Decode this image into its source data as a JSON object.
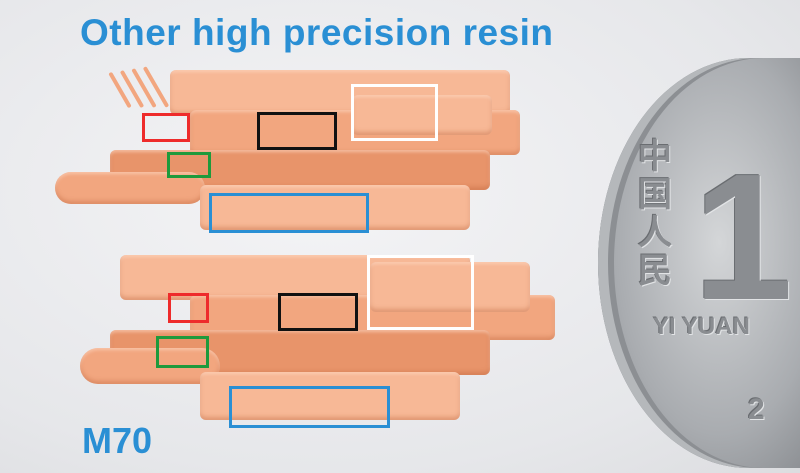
{
  "title": "Other high precision resin",
  "material_label": "M70",
  "coin": {
    "denomination_text": "YI YUAN",
    "numeral": "1",
    "year_fragment": "2",
    "chinese_chars": "中国人民"
  },
  "highlight_colors": {
    "red": "#ee2b2b",
    "green": "#1e9a3c",
    "black": "#111111",
    "white": "#ffffff",
    "blue": "#2a8fd4"
  }
}
